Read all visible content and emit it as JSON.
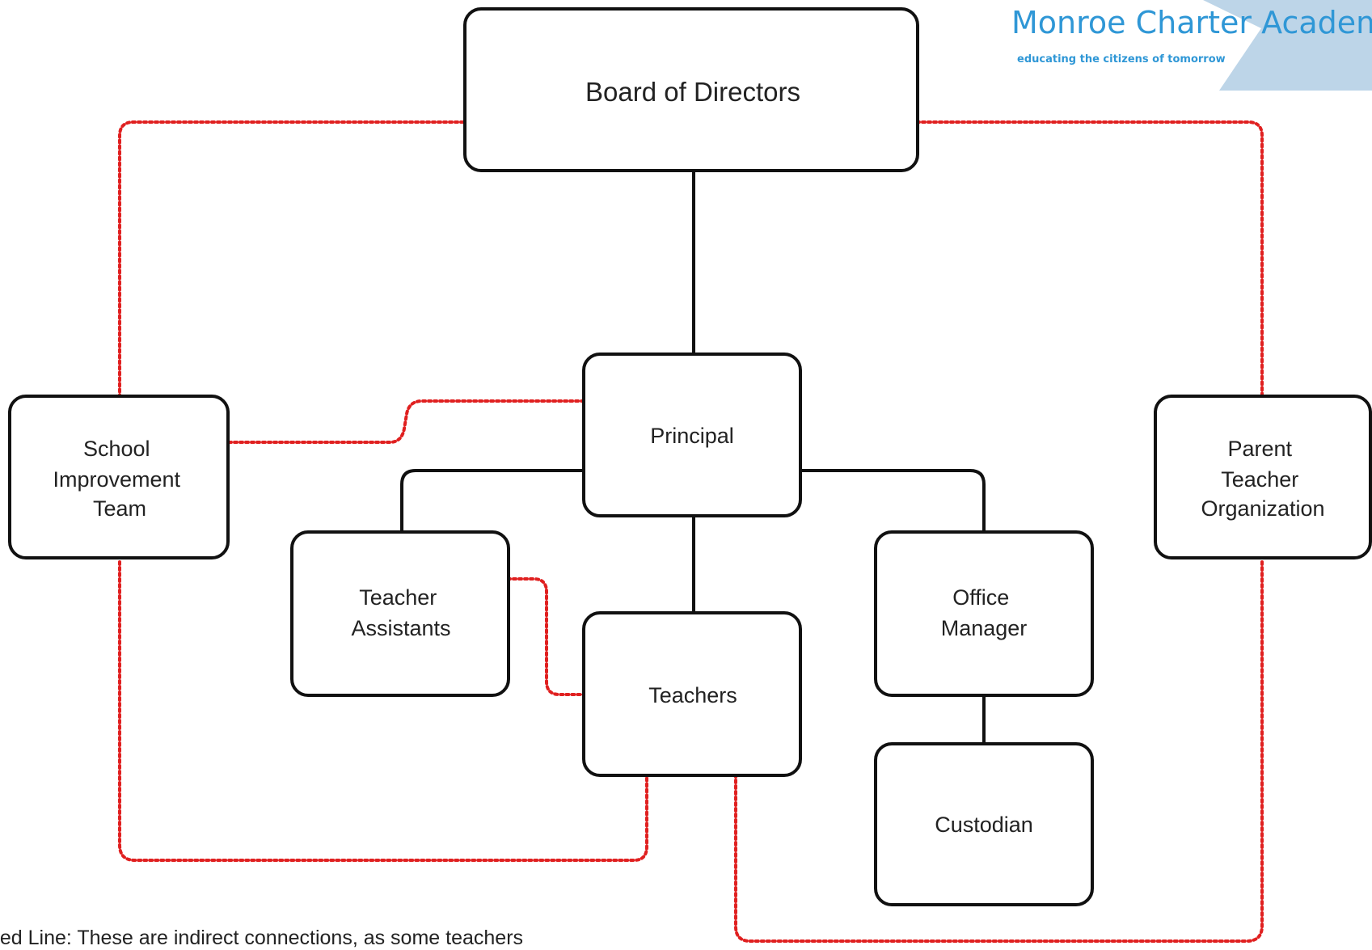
{
  "logo": {
    "title": "Monroe Charter Academy",
    "tagline": "educating the citizens of tomorrow",
    "title_color": "#2f97d6",
    "shape_color": "#bdd5e8"
  },
  "nodes": {
    "board": {
      "lines": [
        "Board of Directors"
      ]
    },
    "principal": {
      "lines": [
        "Principal"
      ]
    },
    "sit": {
      "lines": [
        "School",
        "Improvement",
        "Team"
      ]
    },
    "pto": {
      "lines": [
        "Parent",
        "Teacher",
        "Organization"
      ]
    },
    "teacher_assistants": {
      "lines": [
        "Teacher",
        "Assistants"
      ]
    },
    "teachers": {
      "lines": [
        "Teachers"
      ]
    },
    "office_manager": {
      "lines": [
        "Office",
        "Manager"
      ]
    },
    "custodian": {
      "lines": [
        "Custodian"
      ]
    }
  },
  "colors": {
    "solid_line": "#111111",
    "dotted_line": "#e02020"
  },
  "footnote": "tted Line: These are indirect connections, as some teachers"
}
